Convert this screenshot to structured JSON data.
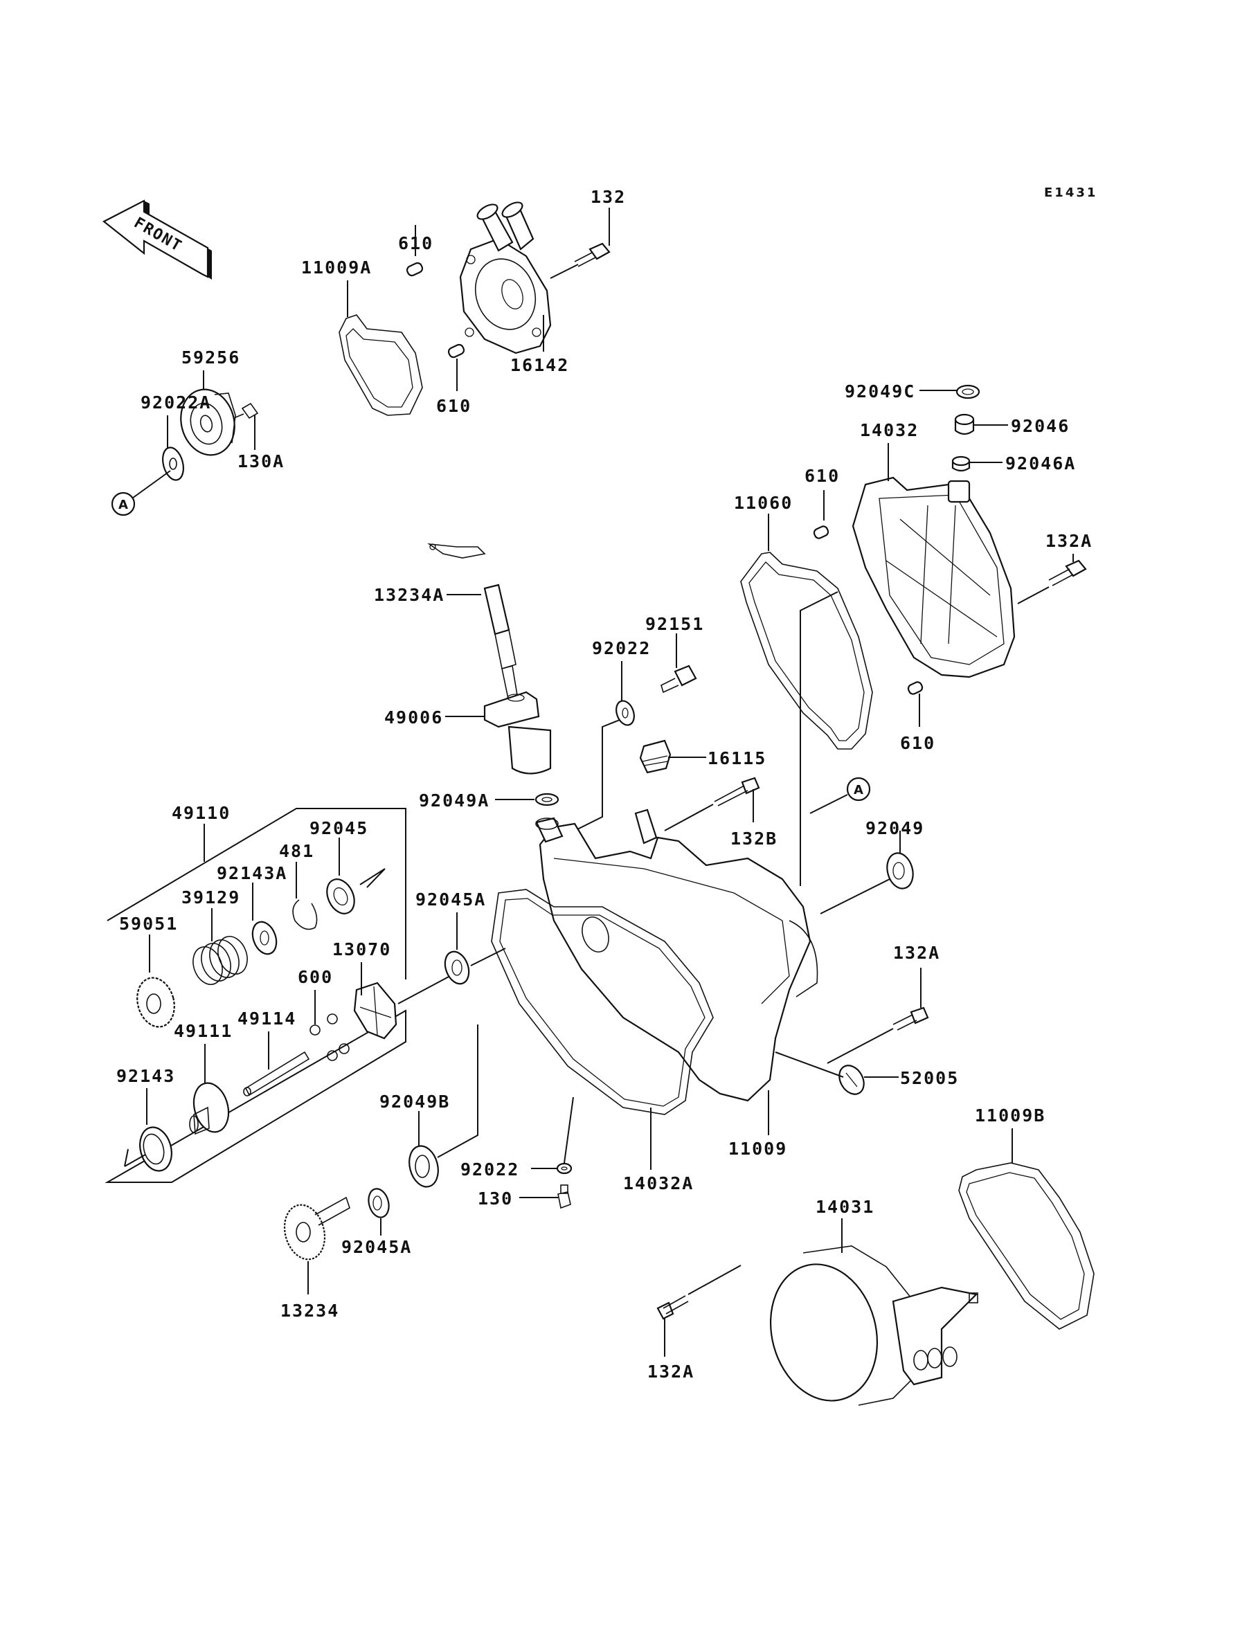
{
  "diagram": {
    "reference_code": "E1431",
    "front_indicator": "FRONT",
    "callout_marker": "A",
    "callouts": [
      {
        "id": "c-132-top",
        "label": "132"
      },
      {
        "id": "c-610-a",
        "label": "610"
      },
      {
        "id": "c-11009A",
        "label": "11009A"
      },
      {
        "id": "c-16142",
        "label": "16142"
      },
      {
        "id": "c-59256",
        "label": "59256"
      },
      {
        "id": "c-92022A",
        "label": "92022A"
      },
      {
        "id": "c-130A",
        "label": "130A"
      },
      {
        "id": "c-610-b",
        "label": "610"
      },
      {
        "id": "c-92049C",
        "label": "92049C"
      },
      {
        "id": "c-92046",
        "label": "92046"
      },
      {
        "id": "c-92046A",
        "label": "92046A"
      },
      {
        "id": "c-14032",
        "label": "14032"
      },
      {
        "id": "c-610-c",
        "label": "610"
      },
      {
        "id": "c-11060",
        "label": "11060"
      },
      {
        "id": "c-132A-a",
        "label": "132A"
      },
      {
        "id": "c-610-d",
        "label": "610"
      },
      {
        "id": "c-13234A",
        "label": "13234A"
      },
      {
        "id": "c-92151",
        "label": "92151"
      },
      {
        "id": "c-92022-a",
        "label": "92022"
      },
      {
        "id": "c-49006",
        "label": "49006"
      },
      {
        "id": "c-16115",
        "label": "16115"
      },
      {
        "id": "c-92049A",
        "label": "92049A"
      },
      {
        "id": "c-132B",
        "label": "132B"
      },
      {
        "id": "c-92049",
        "label": "92049"
      },
      {
        "id": "c-49110",
        "label": "49110"
      },
      {
        "id": "c-92045",
        "label": "92045"
      },
      {
        "id": "c-481",
        "label": "481"
      },
      {
        "id": "c-92143A",
        "label": "92143A"
      },
      {
        "id": "c-39129",
        "label": "39129"
      },
      {
        "id": "c-59051",
        "label": "59051"
      },
      {
        "id": "c-92045A-a",
        "label": "92045A"
      },
      {
        "id": "c-13070",
        "label": "13070"
      },
      {
        "id": "c-600",
        "label": "600"
      },
      {
        "id": "c-49114",
        "label": "49114"
      },
      {
        "id": "c-49111",
        "label": "49111"
      },
      {
        "id": "c-92143",
        "label": "92143"
      },
      {
        "id": "c-132A-b",
        "label": "132A"
      },
      {
        "id": "c-52005",
        "label": "52005"
      },
      {
        "id": "c-92049B",
        "label": "92049B"
      },
      {
        "id": "c-92022-b",
        "label": "92022"
      },
      {
        "id": "c-130",
        "label": "130"
      },
      {
        "id": "c-11009",
        "label": "11009"
      },
      {
        "id": "c-14032A",
        "label": "14032A"
      },
      {
        "id": "c-11009B",
        "label": "11009B"
      },
      {
        "id": "c-14031",
        "label": "14031"
      },
      {
        "id": "c-92045A-b",
        "label": "92045A"
      },
      {
        "id": "c-13234",
        "label": "13234"
      },
      {
        "id": "c-132A-c",
        "label": "132A"
      }
    ]
  }
}
